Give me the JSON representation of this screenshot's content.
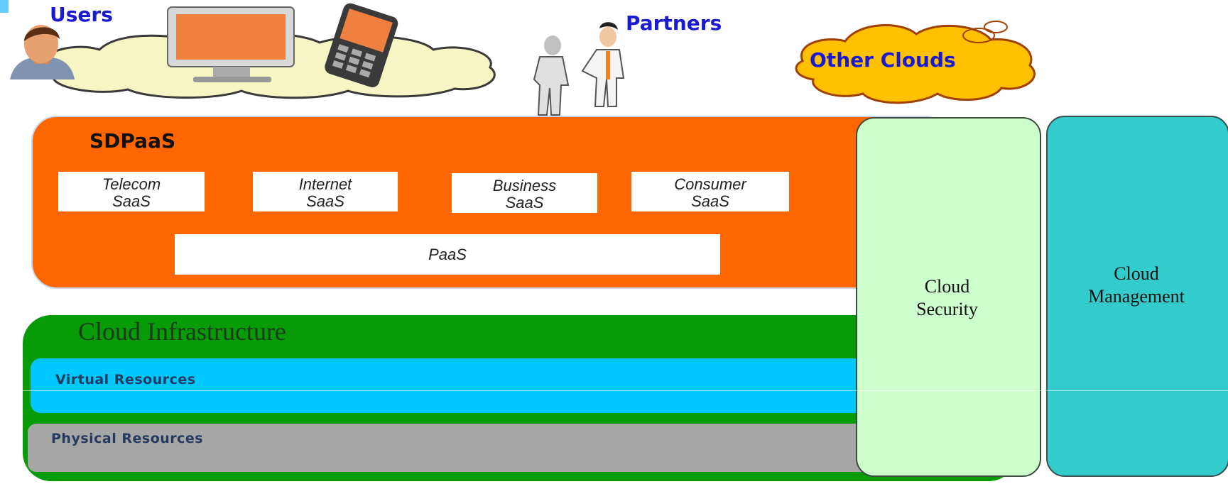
{
  "header": {
    "users_label": "Users",
    "partners_label": "Partners",
    "other_clouds_label": "Other Clouds"
  },
  "sdpaas": {
    "title": "SDPaaS",
    "saas_boxes": [
      {
        "line1": "Telecom",
        "line2": "SaaS"
      },
      {
        "line1": "Internet",
        "line2": "SaaS"
      },
      {
        "line1": "Business",
        "line2": "SaaS"
      },
      {
        "line1": "Consumer",
        "line2": "SaaS"
      }
    ],
    "paas_label": "PaaS"
  },
  "infrastructure": {
    "title": "Cloud Infrastructure",
    "virtual_label": "Virtual Resources",
    "physical_label": "Physical Resources"
  },
  "pillars": {
    "security_line1": "Cloud",
    "security_line2": "Security",
    "management_line1": "Cloud",
    "management_line2": "Management"
  },
  "colors": {
    "sdpaas": "#ff6600",
    "infrastructure": "#079b07",
    "virtual": "#00c8ff",
    "physical": "#a6a6a6",
    "security": "#ccffcc",
    "management": "#33cccc",
    "header_text": "#1a1ad0"
  },
  "icons": [
    "user-avatar-icon",
    "monitor-icon",
    "mobile-phone-icon",
    "handshake-people-icon",
    "cloud-icon"
  ]
}
